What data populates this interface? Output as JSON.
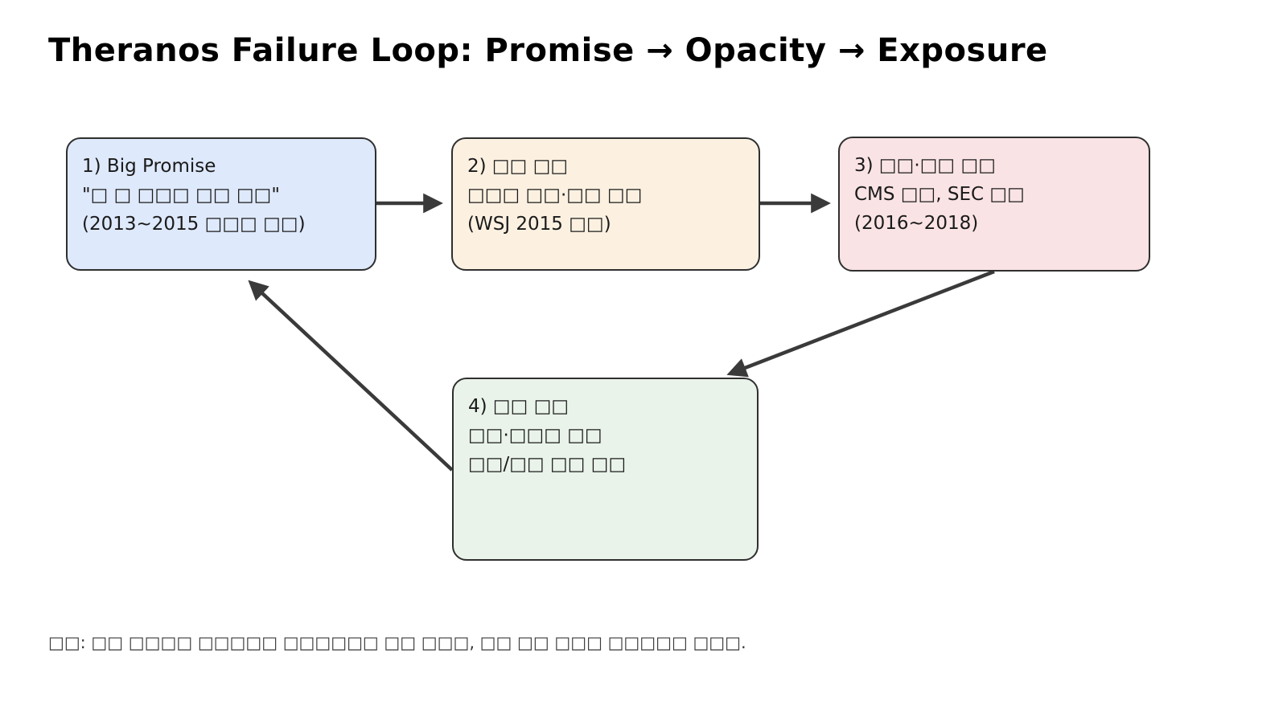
{
  "title": "Theranos Failure Loop: Promise → Opacity → Exposure",
  "colors": {
    "background": "#ffffff",
    "border": "#2f2f2f",
    "arrow": "#3a3a3a",
    "title_text": "#000000",
    "box_text": "#1a1a1a",
    "caption_text": "#3a3a3a",
    "box1_fill": "#dee9fb",
    "box2_fill": "#fcf1e1",
    "box3_fill": "#fae3e4",
    "box4_fill": "#e9f3ea"
  },
  "boxes": [
    {
      "name": "box-1-big-promise",
      "lines": [
        "1) Big Promise",
        "\"□ □ □□□ □□ □□\"",
        "(2013~2015 □□□ □□)"
      ]
    },
    {
      "name": "box-2-opacity",
      "lines": [
        "2) □□ □□",
        "□□□ □□·□□ □□",
        "(WSJ 2015 □□)"
      ]
    },
    {
      "name": "box-3-exposure",
      "lines": [
        "3) □□·□□ □□",
        "CMS □□, SEC □□",
        "(2016~2018)"
      ]
    },
    {
      "name": "box-4-collapse",
      "lines": [
        "4) □□ □□",
        "□□·□□□ □□",
        "□□/□□ □□ □□"
      ]
    }
  ],
  "arrows": [
    {
      "from": "box-1-big-promise",
      "to": "box-2-opacity"
    },
    {
      "from": "box-2-opacity",
      "to": "box-3-exposure"
    },
    {
      "from": "box-3-exposure",
      "to": "box-4-collapse"
    },
    {
      "from": "box-4-collapse",
      "to": "box-1-big-promise"
    }
  ],
  "caption": "□□: □□ □□□□ □□□□□ □□□□□□ □□ □□□, □□ □□ □□□ □□□□□ □□□."
}
